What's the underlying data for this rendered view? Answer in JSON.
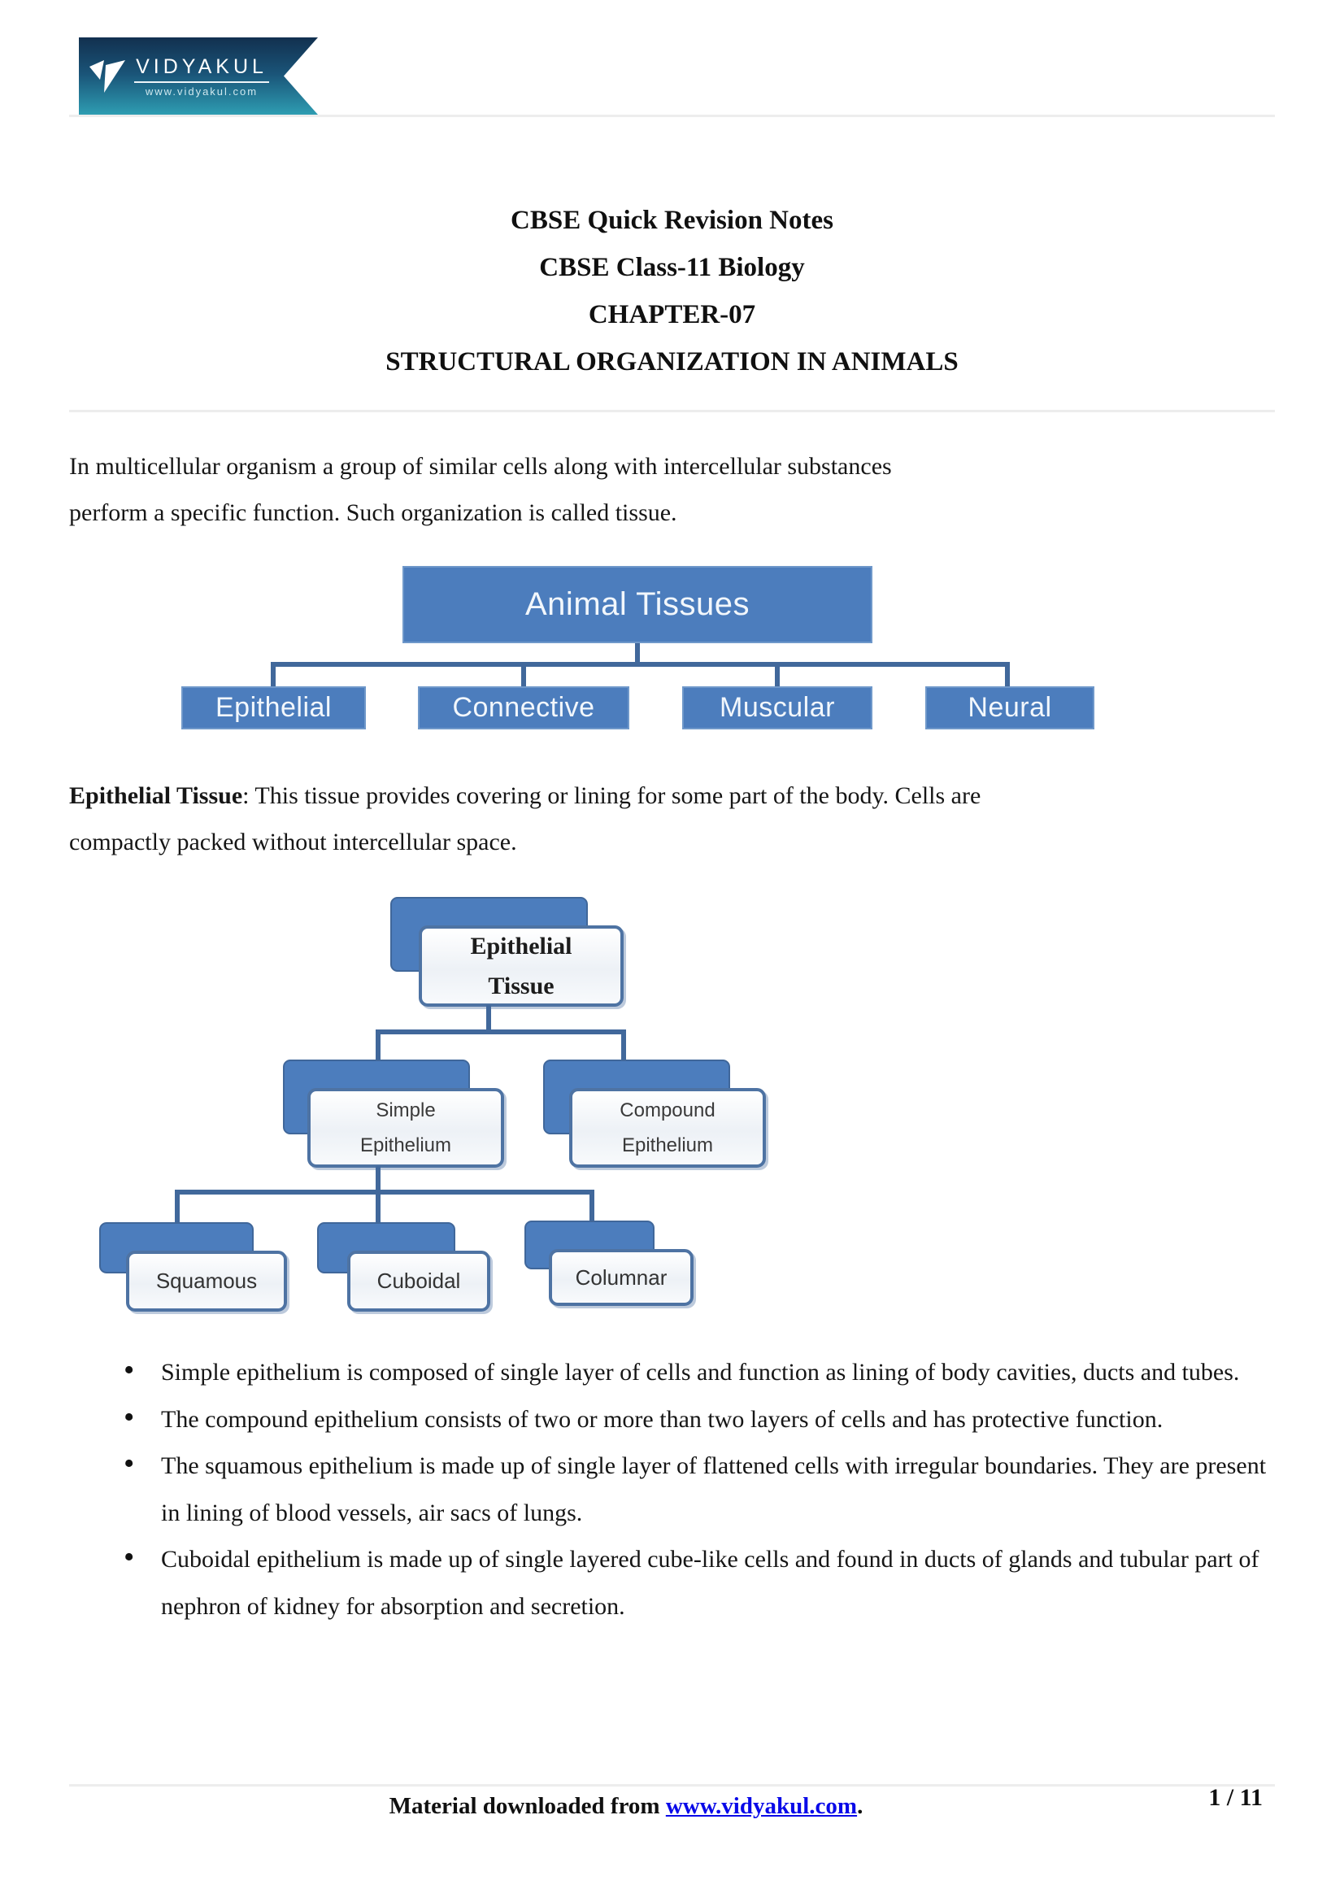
{
  "header": {
    "brand": "VIDYAKUL",
    "brand_url": "www.vidyakul.com",
    "logo_icon": "vidyakul-v-icon"
  },
  "title_block": {
    "lines": [
      "CBSE Quick Revision Notes",
      "CBSE Class-11 Biology",
      "CHAPTER-07",
      "STRUCTURAL ORGANIZATION IN ANIMALS"
    ]
  },
  "intro": {
    "line1": "In multicellular organism a group of similar cells along with intercellular substances",
    "line2": "perform a specific function. Such organization is called tissue."
  },
  "diagram_animal_tissues": {
    "root": "Animal Tissues",
    "children": [
      "Epithelial",
      "Connective",
      "Muscular",
      "Neural"
    ]
  },
  "epithelial_intro": {
    "lead": "Epithelial Tissue",
    "line1_rest": ": This tissue provides covering or lining for some part of the body. Cells are",
    "line2": "compactly packed without intercellular space."
  },
  "diagram_epithelial": {
    "root": {
      "line1": "Epithelial",
      "line2": "Tissue"
    },
    "level2": [
      {
        "line1": "Simple",
        "line2": "Epithelium"
      },
      {
        "line1": "Compound",
        "line2": "Epithelium"
      }
    ],
    "level3": [
      "Squamous",
      "Cuboidal",
      "Columnar"
    ]
  },
  "bullets": [
    {
      "line1": "Simple epithelium is composed of single layer of cells and function as lining of body",
      "line2": "cavities, ducts and tubes."
    },
    {
      "line1": "The compound epithelium consists of two or more than two layers of cells and has",
      "line2": "protective function."
    },
    {
      "line1": "The squamous epithelium is made up of single layer of flattened cells with irregular",
      "line2": "boundaries. They are present in lining of blood vessels, air sacs of lungs."
    },
    {
      "line1": "Cuboidal epithelium is made up of single layered cube-like cells and found in ducts of",
      "line2": "glands and tubular part of nephron of kidney for absorption and secretion."
    }
  ],
  "footer": {
    "prefix": "Material downloaded from ",
    "link": "www.vidyakul.com",
    "suffix": ".",
    "page_indicator": "1 / 11"
  },
  "colors": {
    "diagram_box_blue": "#4c7dbd",
    "connector_blue": "#41689b",
    "node_border_slate": "#4e73a3",
    "link_blue": "#0909e8",
    "logo_navy": "#12304f",
    "logo_teal": "#2e9db2"
  }
}
